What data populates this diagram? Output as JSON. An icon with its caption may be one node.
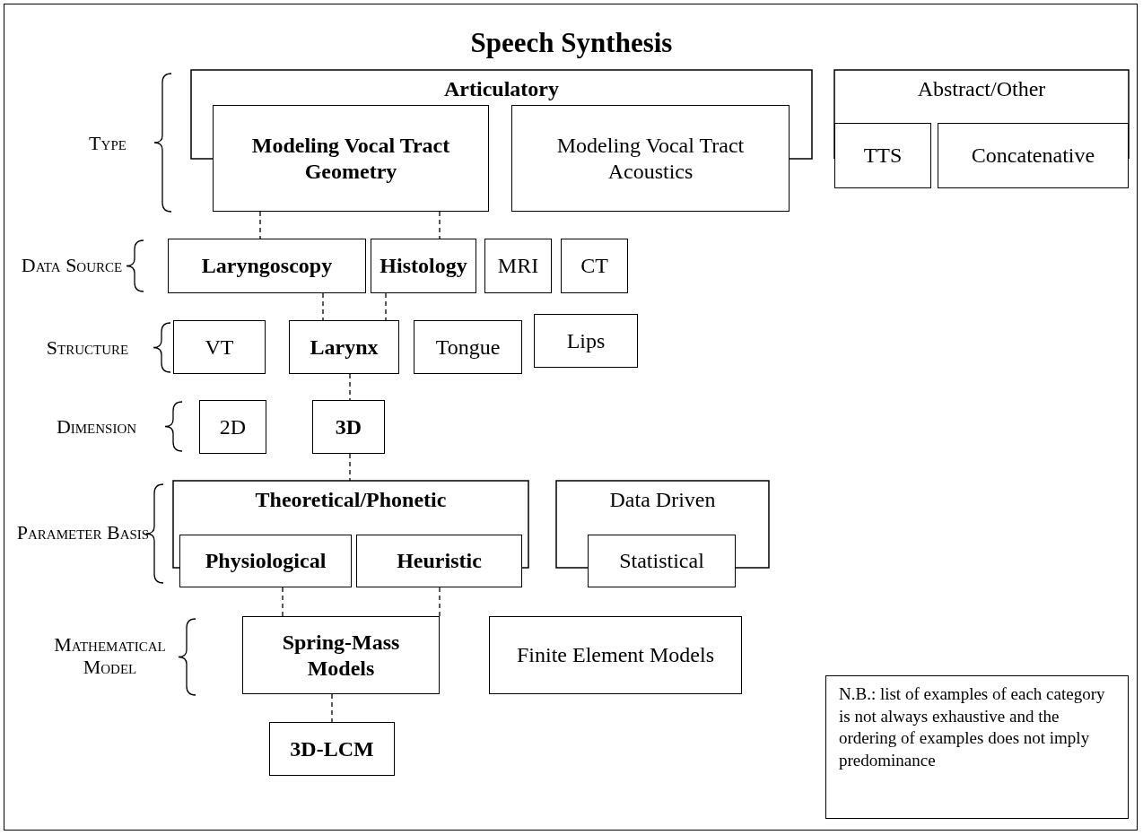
{
  "diagram": {
    "title": "Speech Synthesis",
    "nodes": [
      {
        "text": [
          "Articulatory"
        ]
      },
      {
        "text": [
          "Modeling Vocal Tract Geometry"
        ],
        "in": 0
      },
      {
        "text": [
          "Modeling Vocal Tract Acoustics"
        ],
        "in": 0
      },
      {
        "text": [
          "Abstract/Other"
        ]
      },
      {
        "text": [
          "TTS"
        ],
        "in": 3
      },
      {
        "text": [
          "Concatenative"
        ],
        "in": 3
      },
      {
        "text": [
          "Laryngoscopy"
        ]
      },
      {
        "text": [
          "Histology"
        ]
      },
      {
        "text": [
          "MRI"
        ]
      },
      {
        "text": [
          "CT"
        ]
      },
      {
        "text": [
          "VT"
        ]
      },
      {
        "text": [
          "Larynx"
        ]
      },
      {
        "text": [
          "Tongue"
        ]
      },
      {
        "text": [
          "Lips"
        ]
      },
      {
        "text": [
          "2D"
        ]
      },
      {
        "text": [
          "3D"
        ]
      },
      {
        "text": [
          "Theoretical/Phonetic"
        ]
      },
      {
        "text": [
          "Physiological"
        ],
        "in": 16
      },
      {
        "text": [
          "Heuristic"
        ],
        "in": 16
      },
      {
        "text": [
          "Data Driven"
        ]
      },
      {
        "text": [
          "Statistical"
        ],
        "in": 19
      },
      {
        "text": [
          "Spring-Mass Models"
        ]
      },
      {
        "text": [
          "Finite Element Models"
        ]
      },
      {
        "text": [
          "3D-LCM"
        ]
      },
      {
        "text": [
          "N.B.: list of examples of each category is not always exhaustive and the ordering of examples does not imply predominance"
        ]
      }
    ],
    "edges": [
      {
        "from": 1,
        "to": 6,
        "arrow": "none",
        "style": "dashed"
      },
      {
        "from": 1,
        "to": 7,
        "arrow": "none",
        "style": "dashed"
      },
      {
        "from": 6,
        "to": 11,
        "arrow": "none",
        "style": "dashed"
      },
      {
        "from": 7,
        "to": 11,
        "arrow": "none",
        "style": "dashed"
      },
      {
        "from": 11,
        "to": 15,
        "arrow": "none",
        "style": "dashed"
      },
      {
        "from": 15,
        "to": 16,
        "arrow": "none",
        "style": "dashed"
      },
      {
        "from": 17,
        "to": 21,
        "arrow": "none",
        "style": "dashed"
      },
      {
        "from": 18,
        "to": 21,
        "arrow": "none",
        "style": "dashed"
      },
      {
        "from": 21,
        "to": 23,
        "arrow": "none",
        "style": "dashed"
      }
    ],
    "labels": [
      "Type",
      "Data Source",
      "Structure",
      "Dimension",
      "Parameter Basis",
      "Mathematical Model"
    ]
  }
}
